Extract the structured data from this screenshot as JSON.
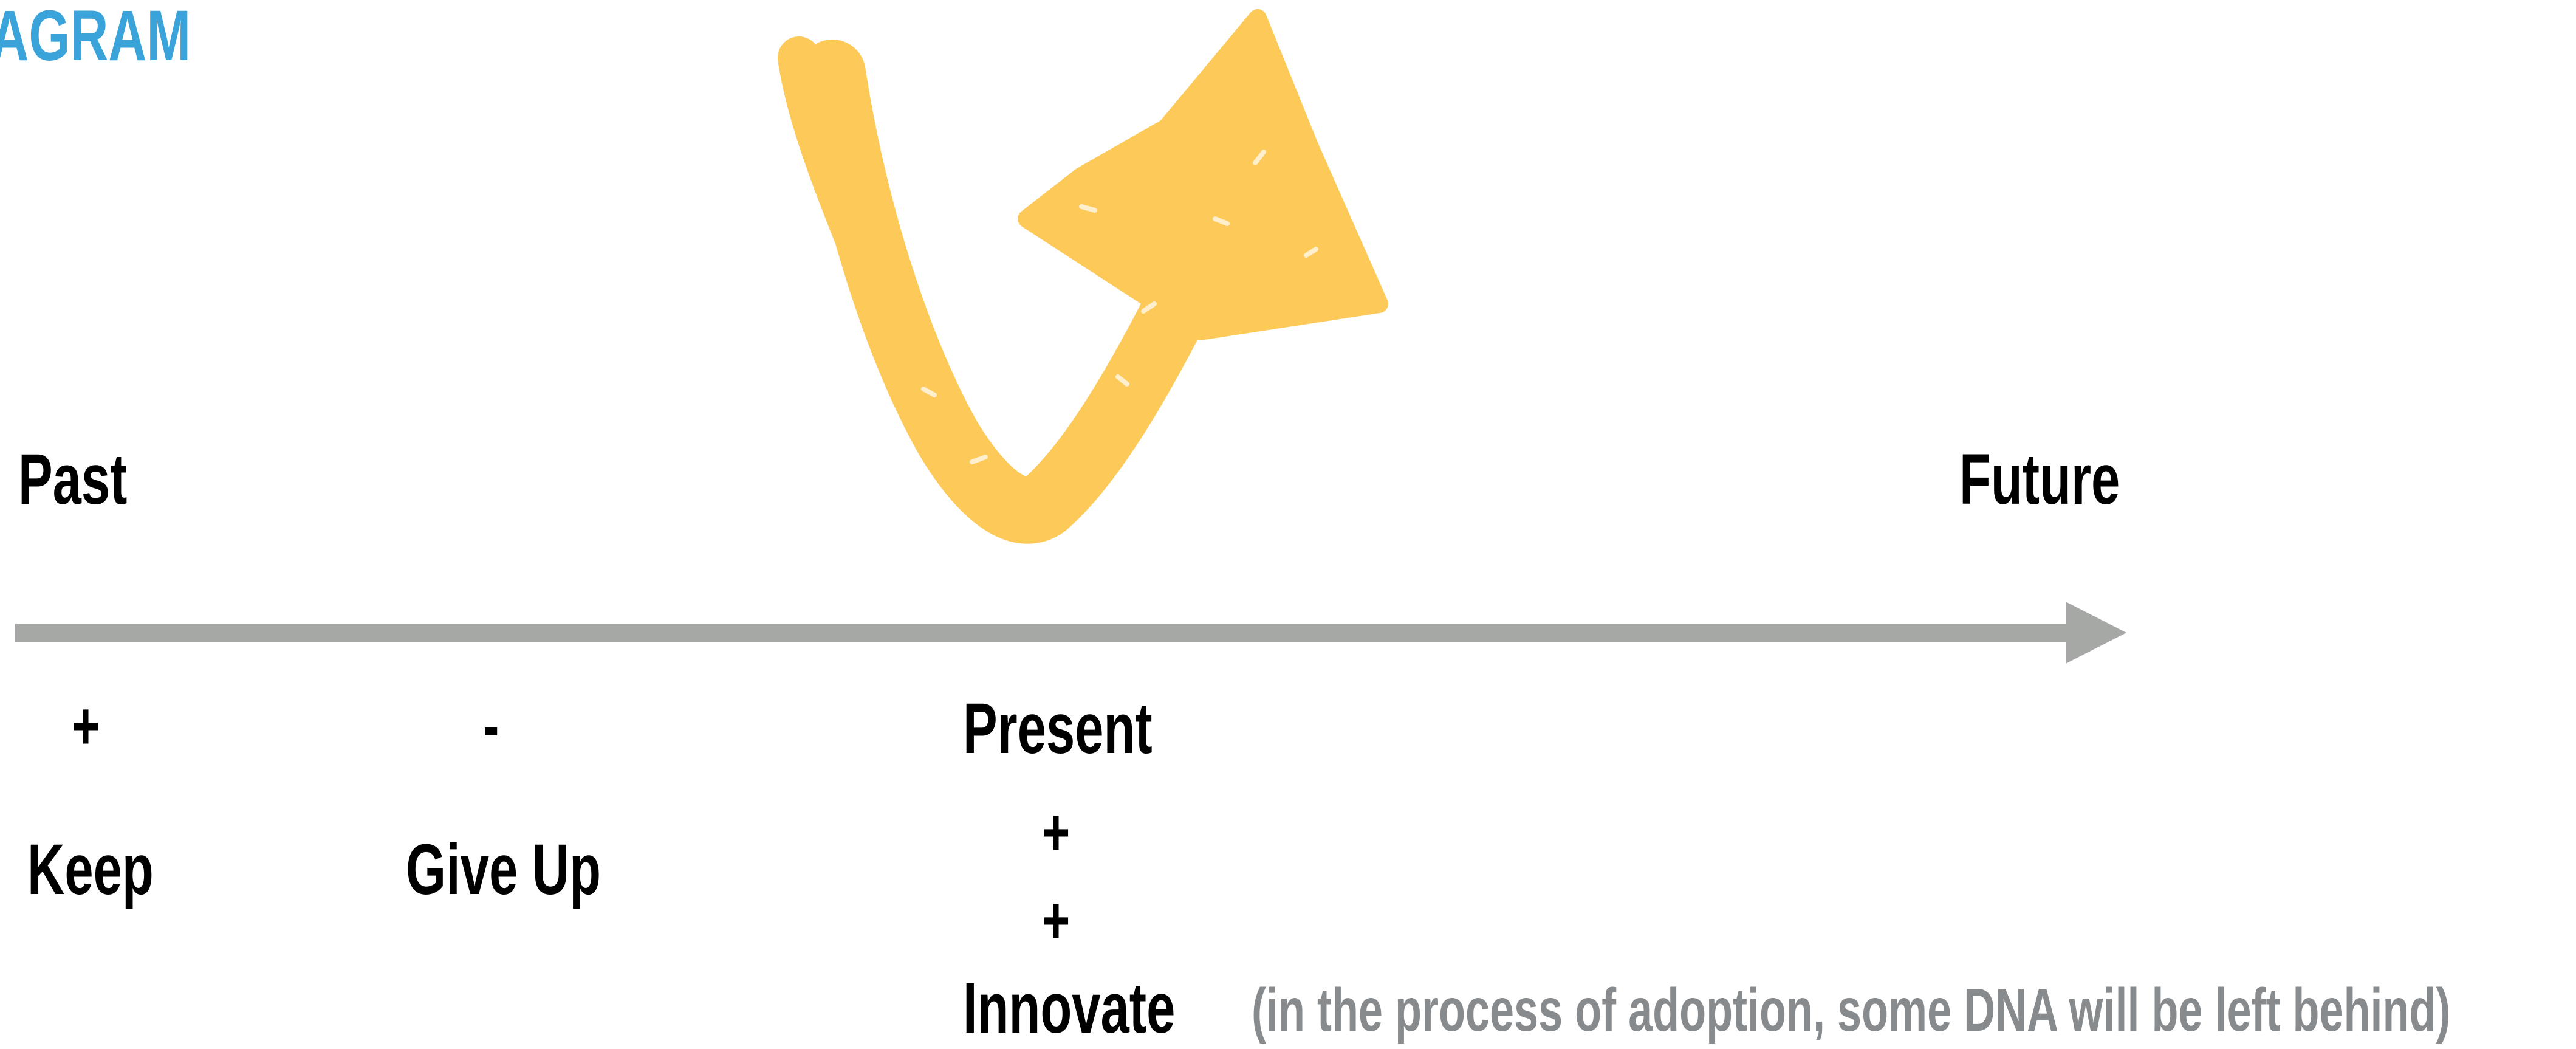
{
  "diagram": {
    "title": "IAGRAM",
    "title_color": "#3aa3d9",
    "accent_color": "#fdc958",
    "axis_color": "#a6a8a6",
    "labels": {
      "past": "Past",
      "future": "Future",
      "present": "Present",
      "keep": "Keep",
      "give_up": "Give Up",
      "innovate": "Innovate"
    },
    "signs": {
      "keep": "+",
      "give_up": "-",
      "present_1": "+",
      "present_2": "+"
    },
    "note": "(in the process of adoption, some DNA will be left behind)"
  }
}
